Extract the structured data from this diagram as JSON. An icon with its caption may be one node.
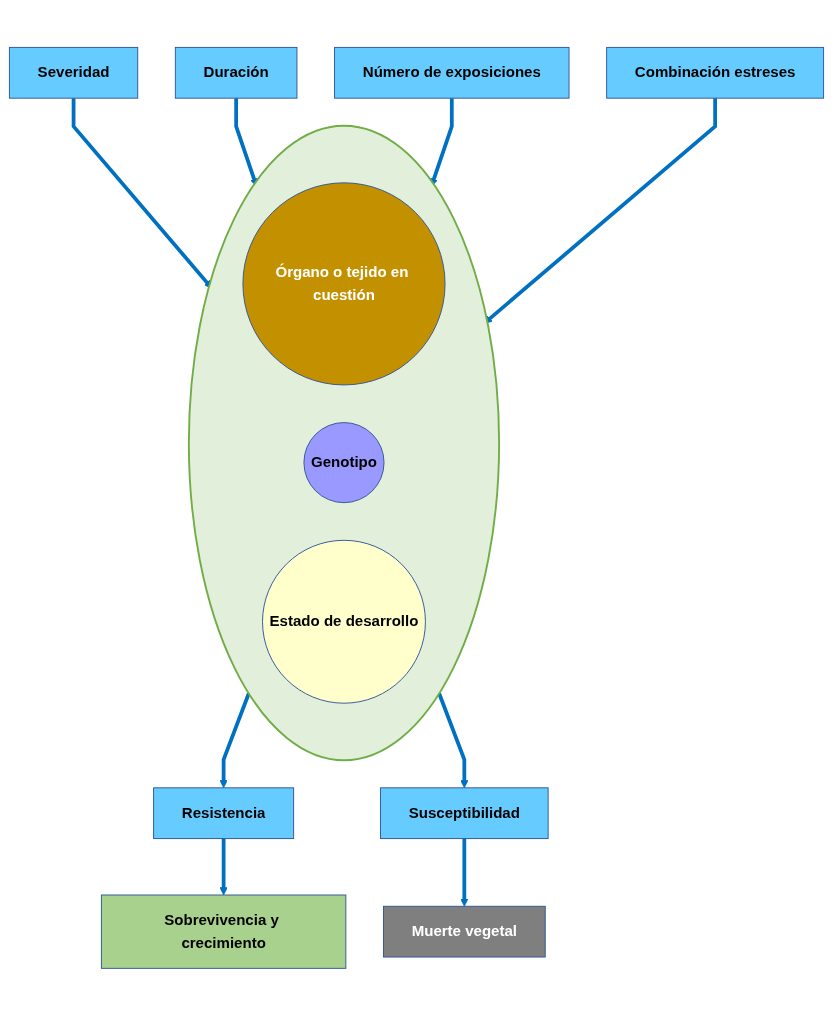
{
  "diagram": {
    "nodes": [
      {
        "text": [
          "Severidad"
        ]
      },
      {
        "text": [
          "Duración"
        ]
      },
      {
        "text": [
          "Número de exposiciones"
        ]
      },
      {
        "text": [
          "Combinación estreses"
        ]
      },
      {
        "text": [],
        "shape": "circle"
      },
      {
        "text": [
          "Órgano o tejido en cuestión"
        ],
        "in": 4
      },
      {
        "text": [
          "Genotipo"
        ],
        "in": 4
      },
      {
        "text": [
          "Estado de desarrollo"
        ],
        "in": 4
      },
      {
        "text": [
          "Resistencia"
        ]
      },
      {
        "text": [
          "Susceptibilidad"
        ]
      },
      {
        "text": [
          "Sobrevivencia y crecimiento"
        ]
      },
      {
        "text": [
          "Muerte vegetal"
        ]
      }
    ],
    "edges": [
      {
        "from": 0,
        "to": 4,
        "arrow": "to"
      },
      {
        "from": 1,
        "to": 4,
        "arrow": "to"
      },
      {
        "from": 2,
        "to": 4,
        "arrow": "to"
      },
      {
        "from": 3,
        "to": 4,
        "arrow": "to"
      },
      {
        "from": 4,
        "to": 8,
        "arrow": "to"
      },
      {
        "from": 4,
        "to": 9,
        "arrow": "to"
      },
      {
        "from": 8,
        "to": 10,
        "arrow": "to"
      },
      {
        "from": 9,
        "to": 11,
        "arrow": "to"
      }
    ]
  }
}
